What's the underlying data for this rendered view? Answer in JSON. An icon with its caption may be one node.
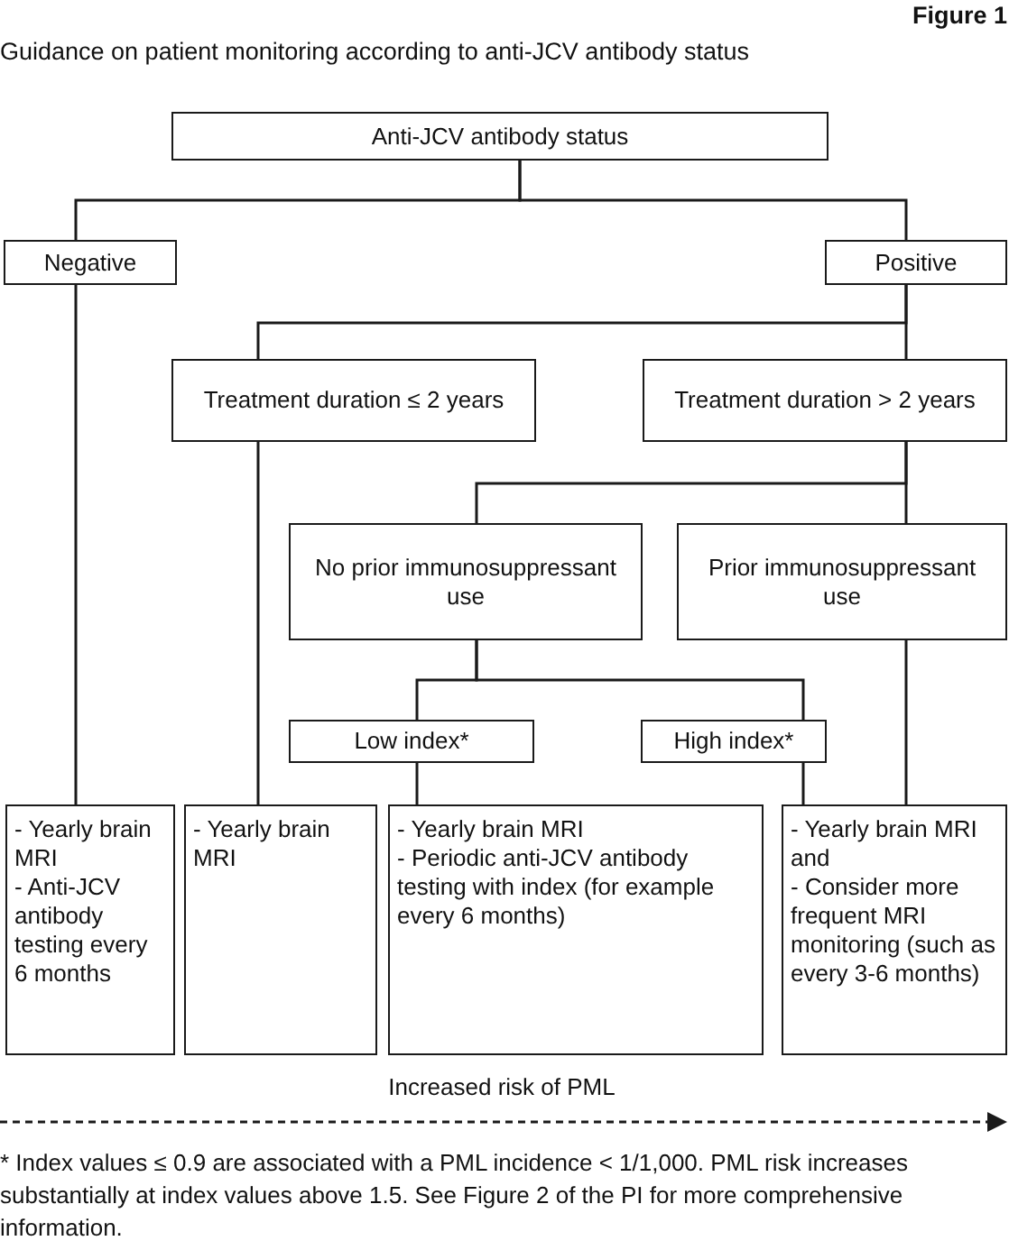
{
  "diagram": {
    "title": "Guidance on patient monitoring according to anti-JCV antibody status",
    "nodes": [
      {
        "text": [
          "Anti-JCV antibody status"
        ]
      },
      {
        "text": [
          "Negative"
        ]
      },
      {
        "text": [
          "Positive"
        ]
      },
      {
        "text": [
          "Treatment duration ≤ 2 years"
        ]
      },
      {
        "text": [
          "Treatment duration > 2 years"
        ]
      },
      {
        "text": [
          "No prior immunosuppressant use"
        ]
      },
      {
        "text": [
          "Prior immunosuppressant use"
        ]
      },
      {
        "text": [
          "Low index*"
        ]
      },
      {
        "text": [
          "High index*"
        ]
      },
      {
        "text": [
          "- Yearly brain MRI",
          "- Anti-JCV antibody testing every 6 months"
        ]
      },
      {
        "text": [
          "- Yearly brain MRI"
        ]
      },
      {
        "text": [
          "- Yearly brain MRI",
          "- Periodic anti-JCV antibody testing with index (for example every 6 months)"
        ]
      },
      {
        "text": [
          "- Yearly brain MRI and",
          "- Consider more frequent MRI monitoring (such as every 3-6 months)"
        ]
      }
    ],
    "edges": [
      {
        "from": 0,
        "to": 1,
        "arrow": "none"
      },
      {
        "from": 0,
        "to": 2,
        "arrow": "none"
      },
      {
        "from": 2,
        "to": 3,
        "arrow": "none"
      },
      {
        "from": 2,
        "to": 4,
        "arrow": "none"
      },
      {
        "from": 4,
        "to": 5,
        "arrow": "none"
      },
      {
        "from": 4,
        "to": 6,
        "arrow": "none"
      },
      {
        "from": 5,
        "to": 7,
        "arrow": "none"
      },
      {
        "from": 5,
        "to": 8,
        "arrow": "none"
      },
      {
        "from": 1,
        "to": 9,
        "arrow": "none"
      },
      {
        "from": 3,
        "to": 10,
        "arrow": "none"
      },
      {
        "from": 7,
        "to": 11,
        "arrow": "none"
      },
      {
        "from": 8,
        "to": 12,
        "arrow": "none"
      },
      {
        "from": 6,
        "to": 12,
        "arrow": "none"
      }
    ],
    "labels": [
      "Figure 1",
      "Increased risk of PML",
      "* Index values ≤ 0.9 are associated with a PML incidence < 1/1,000. PML risk increases substantially at index values above 1.5. See Figure 2 of the PI for more comprehensive information."
    ]
  }
}
